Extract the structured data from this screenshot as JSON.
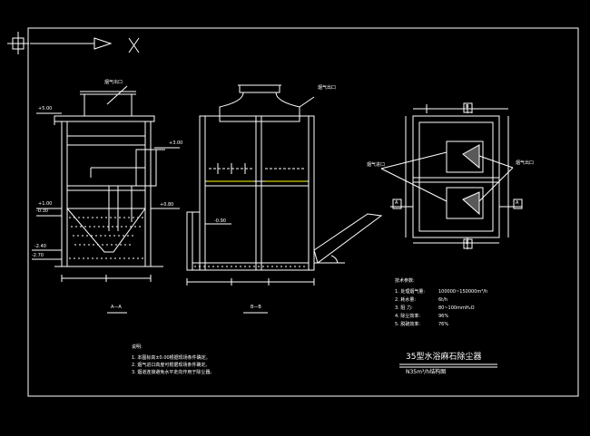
{
  "drawing": {
    "colors": {
      "background": "#000000",
      "line": "#ffffff",
      "accent": "#ffff00"
    },
    "labels": {
      "flue_outlet_left": "烟气出口",
      "flue_outlet_mid": "烟气出口",
      "flue_outlet_right": "烟气出口",
      "flue_inlet": "烟气进口",
      "section_aa": "A—A",
      "section_bb": "B—B",
      "elev_500": "+5.00",
      "elev_300": "+3.00",
      "elev_100": "+1.00",
      "elev_030": "-0.30",
      "elev_080": "+0.80",
      "elev_090": "-0.90",
      "elev_240": "-2.40",
      "elev_270": "-2.70",
      "mark_a_left": "A",
      "mark_a_right": "A",
      "mark_b_top": "B",
      "mark_b_bottom": "B"
    },
    "tech_params": {
      "heading": "技术参数:",
      "items": [
        {
          "num": "1.",
          "label": "处理烟气量:",
          "value": "100000~150000m³/h"
        },
        {
          "num": "2.",
          "label": "耗水量:",
          "value": "6t/h"
        },
        {
          "num": "3.",
          "label": "阻    力:",
          "value": "80~100mmH₂O"
        },
        {
          "num": "4.",
          "label": "除尘效率:",
          "value": "96%"
        },
        {
          "num": "5.",
          "label": "脱硫效率:",
          "value": "76%"
        }
      ]
    },
    "notes": {
      "heading": "说明:",
      "items": [
        "1. 本图标高±0.00根据现场条件确定。",
        "2. 烟气进口高度可根据现场条件确定。",
        "3. 烟道连接避免水平走向作用于除尘器。"
      ]
    },
    "title_block": {
      "main_title": "35型水浴麻石除尘器",
      "subtitle": "N35m³/h结构图"
    },
    "ucs_icon": {
      "x_label": "X",
      "cross": "+"
    }
  }
}
